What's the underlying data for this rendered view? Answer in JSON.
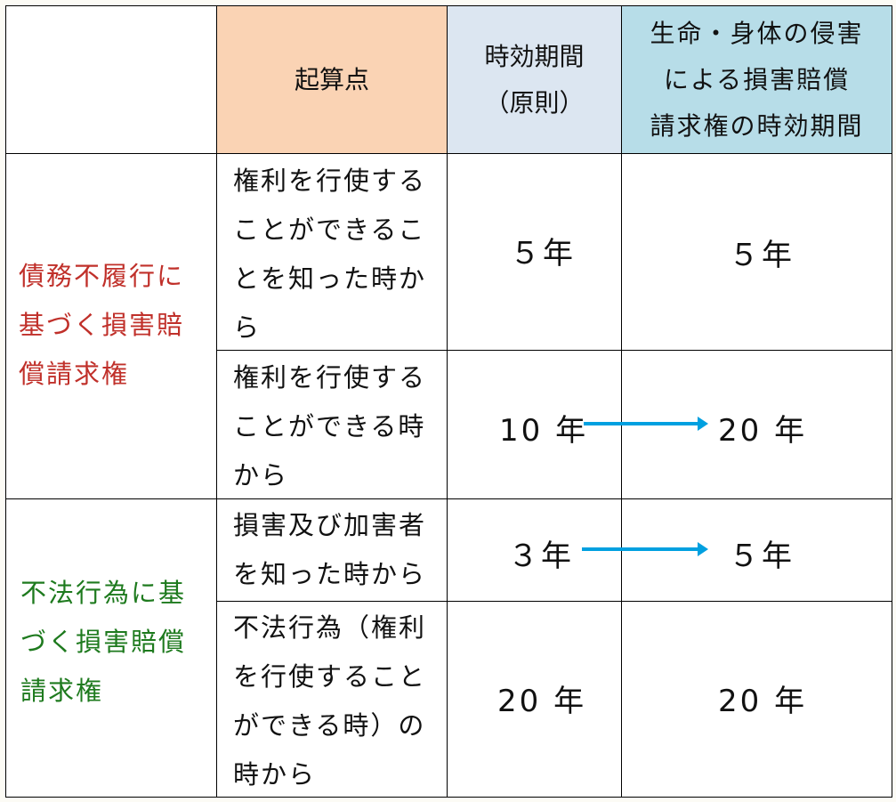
{
  "header": {
    "start_point": "起算点",
    "period_principle": "時効期間\n（原則）",
    "period_life_body": "生命・身体の侵害\nによる損害賠償\n請求権の時効期間"
  },
  "groups": [
    {
      "label": "債務不履行に\n基づく損害賠\n償請求権",
      "color": "#c0302a",
      "rows": [
        {
          "start": "権利を行使する\nことができるこ\nとを知った時か\nら",
          "principle": "５年",
          "life_body": "５年",
          "arrow": false
        },
        {
          "start": "権利を行使する\nことができる時\nから",
          "principle": "10 年",
          "life_body": "20 年",
          "arrow": true
        }
      ]
    },
    {
      "label": "不法行為に基\nづく損害賠償\n請求権",
      "color": "#1e7a1e",
      "rows": [
        {
          "start": "損害及び加害者\nを知った時から",
          "principle": "３年",
          "life_body": "５年",
          "arrow": true
        },
        {
          "start": "不法行為（権利\nを行使すること\nができる時）の\n時から",
          "principle": "20 年",
          "life_body": "20 年",
          "arrow": false
        }
      ]
    }
  ],
  "colors": {
    "start_header": "#fad3b4",
    "principle_header": "#dce6f1",
    "life_header": "#b7dde8",
    "arrow": "#00a0e0"
  }
}
